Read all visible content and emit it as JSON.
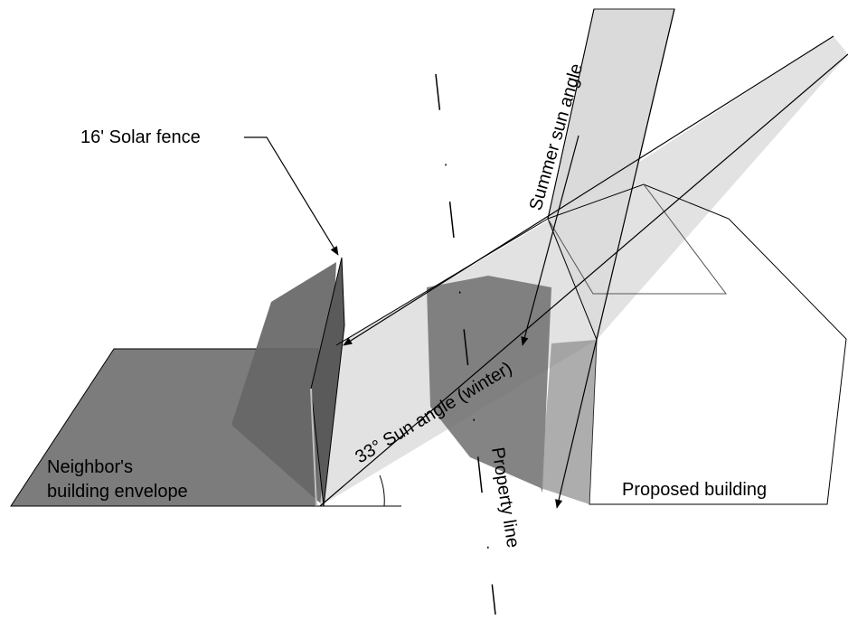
{
  "labels": {
    "solar_fence": "16' Solar fence",
    "summer_sun_angle": "Summer sun angle",
    "winter_sun_angle": "33° Sun angle (winter)",
    "property_line": "Property line",
    "neighbor_envelope": "Neighbor's building envelope",
    "proposed_building": "Proposed building"
  },
  "colors": {
    "envelope_fill": "#7c7c7c",
    "fence_fill": "#5e5e5e",
    "shadow_fill": "#6a6a6a",
    "sun_beam_fill": "#d8d8d8",
    "line": "#000000"
  }
}
